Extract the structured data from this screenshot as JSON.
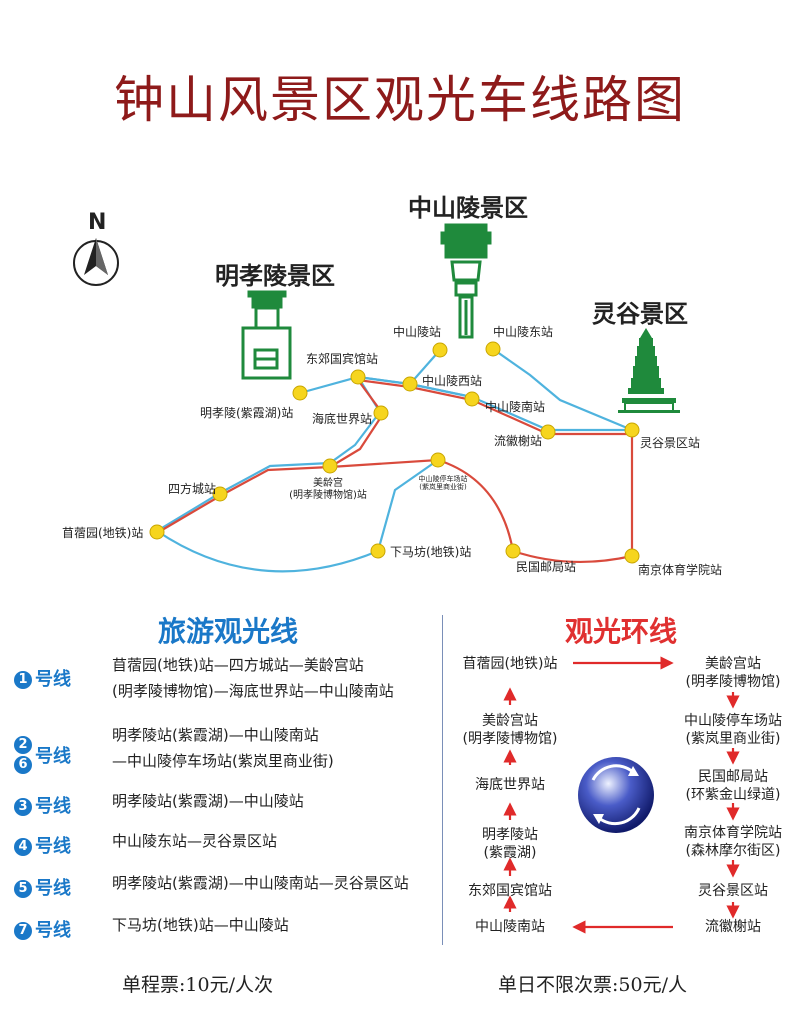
{
  "title": "钟山风景区观光车线路图",
  "map": {
    "north_label": "N",
    "areas": {
      "mingxiaoling": "明孝陵景区",
      "zhongshanling": "中山陵景区",
      "linggu": "灵谷景区"
    },
    "stations": {
      "zhongshanling": "中山陵站",
      "zhongshanling_east": "中山陵东站",
      "dongjiao": "东郊国宾馆站",
      "zhongshanling_west": "中山陵西站",
      "mingxiaoling": "明孝陵(紫霞湖)站",
      "haidi": "海底世界站",
      "zhongshanling_south": "中山陵南站",
      "liuhui": "流徽榭站",
      "linggu": "灵谷景区站",
      "sifangcheng": "四方城站",
      "meiling_line1": "美龄宫",
      "meiling_line2": "(明孝陵博物馆)站",
      "parking_line1": "中山陵停车场站",
      "parking_line2": "(紫岚里商业街)",
      "muxuyuan": "苜蓿园(地铁)站",
      "xiamafang": "下马坊(地铁)站",
      "post": "民国邮局站",
      "sports": "南京体育学院站"
    },
    "colors": {
      "blue_route": "#4fb3de",
      "red_route": "#d94a3c",
      "station": "#f6d51e",
      "building": "#1f8a3c"
    }
  },
  "tour": {
    "title": "旅游观光线",
    "title_color": "#1a78c8",
    "lines": [
      {
        "nums": [
          "1"
        ],
        "label": "号线",
        "route": [
          "苜蓿园(地铁)站—四方城站—美龄宫站",
          "(明孝陵博物馆)—海底世界站—中山陵南站"
        ]
      },
      {
        "nums": [
          "2",
          "6"
        ],
        "label": "号线",
        "route": [
          "明孝陵站(紫霞湖)—中山陵南站",
          "—中山陵停车场站(紫岚里商业街)"
        ]
      },
      {
        "nums": [
          "3"
        ],
        "label": "号线",
        "route": [
          "明孝陵站(紫霞湖)—中山陵站"
        ]
      },
      {
        "nums": [
          "4"
        ],
        "label": "号线",
        "route": [
          "中山陵东站—灵谷景区站"
        ]
      },
      {
        "nums": [
          "5"
        ],
        "label": "号线",
        "route": [
          "明孝陵站(紫霞湖)—中山陵南站—灵谷景区站"
        ]
      },
      {
        "nums": [
          "7"
        ],
        "label": "号线",
        "route": [
          "下马坊(地铁)站—中山陵站"
        ]
      }
    ]
  },
  "loop": {
    "title": "观光环线",
    "title_color": "#e03030",
    "left": [
      "苜蓿园(地铁)站",
      "美龄宫站\n(明孝陵博物馆)",
      "海底世界站",
      "明孝陵站\n(紫霞湖)",
      "东郊国宾馆站",
      "中山陵南站"
    ],
    "right": [
      "美龄宫站\n(明孝陵博物馆)",
      "中山陵停车场站\n(紫岚里商业街)",
      "民国邮局站\n(环紫金山绿道)",
      "南京体育学院站\n(森林摩尔街区)",
      "灵谷景区站",
      "流徽榭站"
    ]
  },
  "fares": {
    "single": "单程票:10元/人次",
    "day": "单日不限次票:50元/人"
  }
}
